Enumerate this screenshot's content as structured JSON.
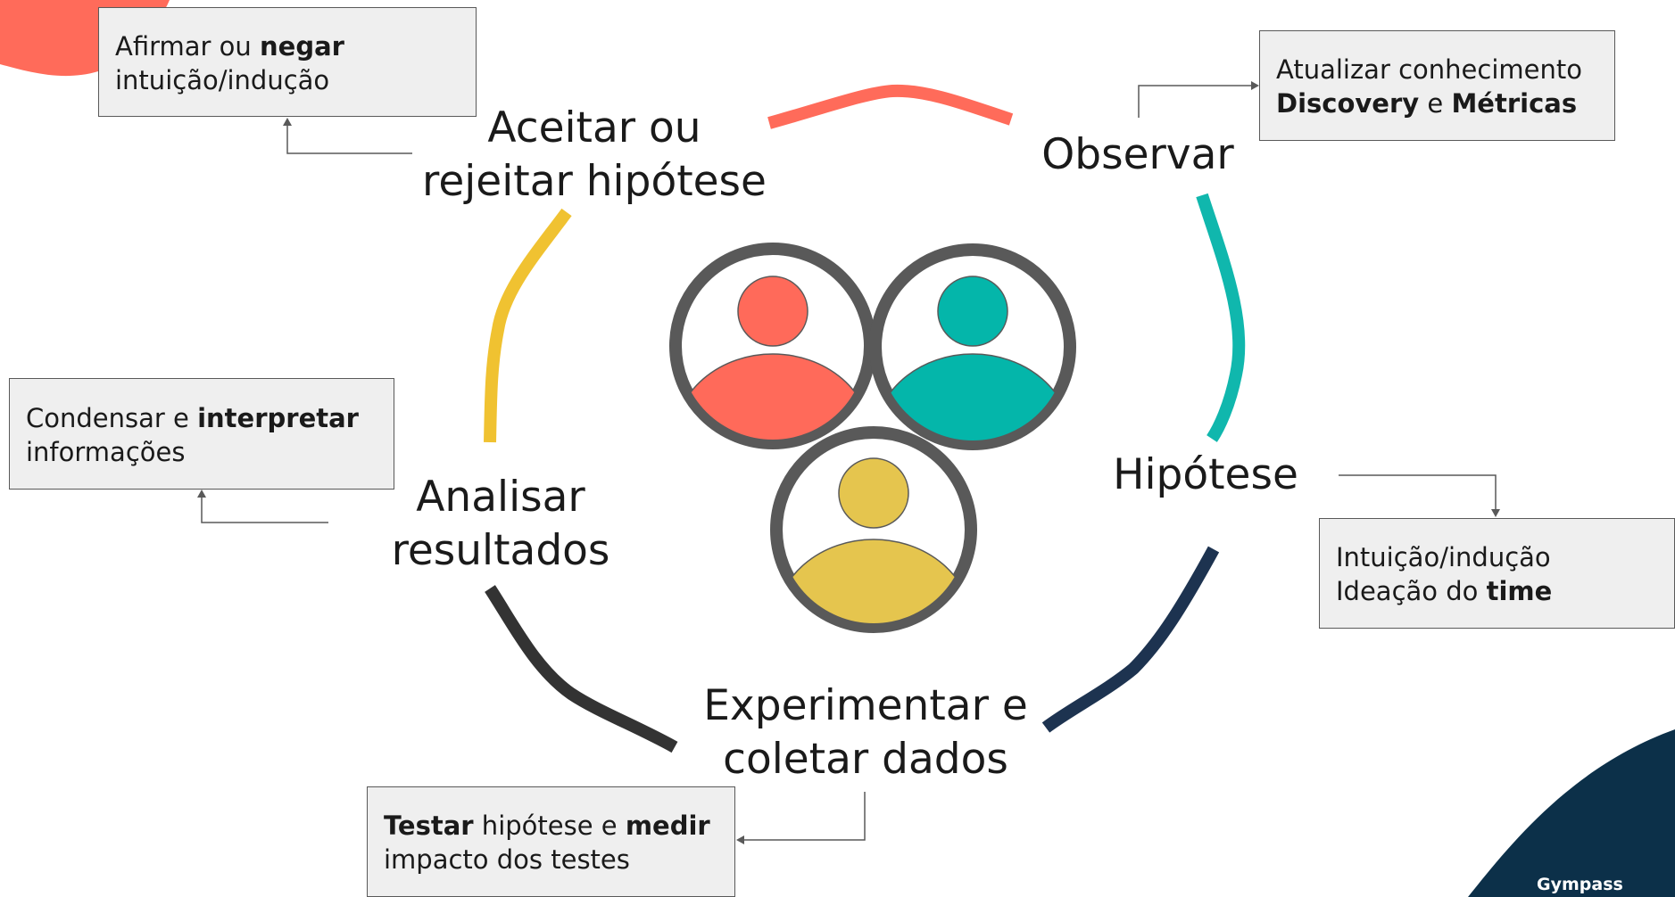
{
  "stages": {
    "observar": "Observar",
    "hipotese": "Hipótese",
    "experimentar": [
      "Experimentar e",
      "coletar dados"
    ],
    "analisar": [
      "Analisar",
      "resultados"
    ],
    "aceitar": [
      "Aceitar ou",
      "rejeitar hipótese"
    ]
  },
  "notes": {
    "afirmar": {
      "l1a": "Afirmar ou ",
      "l1b": "negar",
      "l2": "intuição/indução"
    },
    "atualizar": {
      "l1": "Atualizar conhecimento",
      "l2a": "Discovery",
      "l2b": " e ",
      "l2c": "Métricas"
    },
    "condensar": {
      "l1a": "Condensar e ",
      "l1b": "interpretar",
      "l2": "informações"
    },
    "intuicao": {
      "l1": "Intuição/indução",
      "l2a": "Ideação do ",
      "l2b": "time"
    },
    "testar": {
      "l1a": "Testar",
      "l1b": " hipótese e ",
      "l1c": "medir",
      "l2": "impacto dos testes"
    }
  },
  "brand": "Gympass",
  "colors": {
    "coral": "#ff6b5a",
    "teal": "#10b7ad",
    "navy": "#1d3350",
    "dark": "#333333",
    "yellow": "#f0c231",
    "ring": "#595959",
    "person_red": "#ff6a5a",
    "person_teal": "#04b6aa",
    "person_yellow": "#e5c54e",
    "brand_bg": "#0c3049"
  },
  "icons": [
    "people-group-icon"
  ]
}
